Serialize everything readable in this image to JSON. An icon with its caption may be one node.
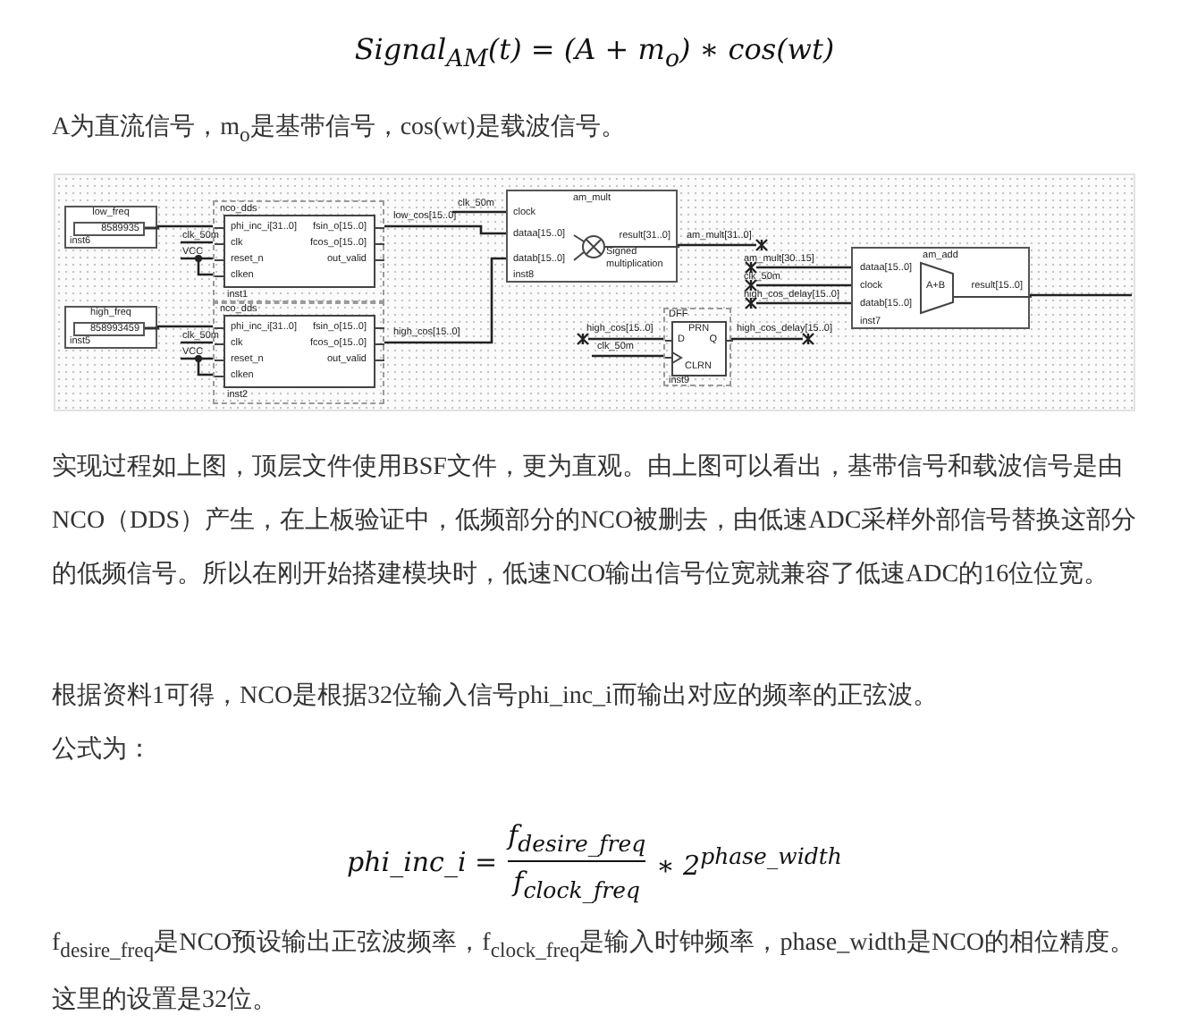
{
  "diagram": {
    "nodes": [
      {
        "text": [
          "low_freq",
          "8589935",
          "inst6"
        ]
      },
      {
        "text": [
          "nco_dds",
          "phi_inc_i[31..0]",
          "clk",
          "reset_n",
          "clken",
          "fsin_o[15..0]",
          "fcos_o[15..0]",
          "out_valid",
          "inst1"
        ]
      },
      {
        "text": [
          "high_freq",
          "858993459",
          "inst5"
        ]
      },
      {
        "text": [
          "nco_dds",
          "phi_inc_i[31..0]",
          "clk",
          "reset_n",
          "clken",
          "fsin_o[15..0]",
          "fcos_o[15..0]",
          "out_valid",
          "inst2"
        ]
      },
      {
        "text": [
          "am_mult",
          "clock",
          "dataa[15..0]",
          "datab[15..0]",
          "result[31..0]",
          "Signed multiplication",
          "inst8"
        ]
      },
      {
        "text": [
          "DFF",
          "PRN",
          "D",
          "Q",
          "CLRN",
          "inst9"
        ]
      },
      {
        "text": [
          "am_add",
          "dataa[15..0]",
          "clock",
          "datab[15..0]",
          "A+B",
          "result[15..0]",
          "inst7"
        ]
      }
    ],
    "edges": [
      {
        "from": 0,
        "to": 1,
        "arrow": "none"
      },
      {
        "from": 2,
        "to": 3,
        "arrow": "none"
      },
      {
        "from": 1,
        "to": 4,
        "arrow": "none",
        "label": "low_cos[15..0]"
      },
      {
        "from": 3,
        "to": 4,
        "arrow": "none",
        "label": "high_cos[15..0]"
      },
      {
        "from": 6,
        "to": null,
        "arrow": "none"
      },
      {
        "from": null,
        "to": 1,
        "arrow": "none",
        "label": "clk_50m"
      },
      {
        "from": null,
        "to": 1,
        "arrow": "none",
        "label": "VCC"
      },
      {
        "from": null,
        "to": 1,
        "arrow": "other"
      },
      {
        "from": null,
        "to": 3,
        "arrow": "none",
        "label": "clk_50m"
      },
      {
        "from": null,
        "to": 3,
        "arrow": "none",
        "label": "VCC"
      },
      {
        "from": null,
        "to": 3,
        "arrow": "other"
      },
      {
        "from": null,
        "to": 4,
        "arrow": "none",
        "label": "clk_50m"
      },
      {
        "from": 4,
        "to": null,
        "arrow": "none",
        "label": "am_mult[31..0]"
      },
      {
        "from": null,
        "to": 6,
        "arrow": "none",
        "label": "am_mult[30..15]"
      },
      {
        "from": null,
        "to": 6,
        "arrow": "none",
        "label": "clk_50m"
      },
      {
        "from": null,
        "to": 6,
        "arrow": "none",
        "label": "high_cos_delay[15..0]"
      },
      {
        "from": null,
        "to": 5,
        "arrow": "none",
        "label": "high_cos[15..0]"
      },
      {
        "from": null,
        "to": 5,
        "arrow": "none",
        "label": "clk_50m"
      },
      {
        "from": 5,
        "to": null,
        "arrow": "none",
        "label": "high_cos_delay[15..0]"
      }
    ],
    "labels": [
      "Signal$_{AM}$(t) = (A + m$_{o}$) ∗ cos(wt)",
      "A为直流信号，m$_{o}$是基带信号，cos(wt)是载波信号。",
      "实现过程如上图，顶层文件使用BSF文件，更为直观。由上图可以看出，基带信号和载波信号是由NCO（DDS）产生，在上板验证中，低频部分的NCO被删去，由低速ADC采样外部信号替换这部分的低频信号。所以在刚开始搭建模块时，低速NCO输出信号位宽就兼容了低速ADC的16位位宽。",
      "根据资料1可得，NCO是根据32位输入信号phi_inc_i而输出对应的频率的正弦波。",
      "公式为：",
      "phi_inc_i =",
      "f$_{desire_freq}$",
      "f$_{clock_freq}$",
      "∗ 2$^{phase_width}$",
      "f$_{desire_freq}$是NCO预设输出正弦波频率，f$_{clock_freq}$是输入时钟频率，phase_width是NCO的相位精度。这里的设置是32位。"
    ]
  }
}
